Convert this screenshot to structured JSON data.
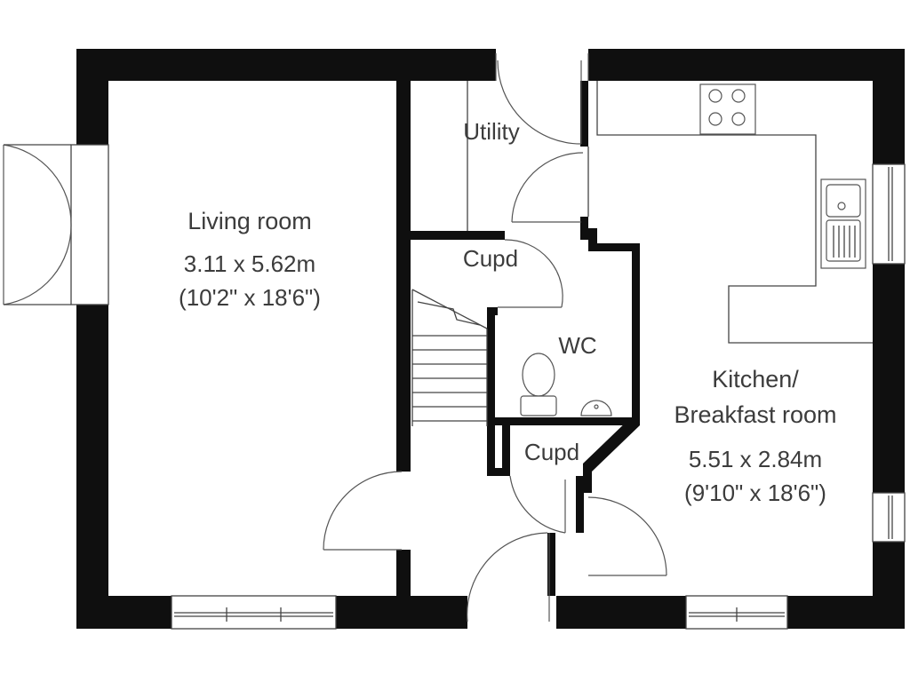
{
  "floorplan": {
    "rooms": {
      "living": {
        "name": "Living room",
        "metric": "3.11 x 5.62m",
        "imperial": "(10'2\" x 18'6\")"
      },
      "utility": {
        "name": "Utility"
      },
      "cupd_upper": {
        "name": "Cupd"
      },
      "wc": {
        "name": "WC"
      },
      "cupd_lower": {
        "name": "Cupd"
      },
      "kitchen": {
        "name_line1": "Kitchen/",
        "name_line2": "Breakfast room",
        "metric": "5.51 x 2.84m",
        "imperial": "(9'10\" x 18'6\")"
      }
    },
    "colors": {
      "wall": "#0f0f0f",
      "line": "#444444",
      "text": "#3c3c3c",
      "background": "#ffffff"
    },
    "symbols": [
      "hob-icon",
      "sink-icon",
      "toilet-icon",
      "basin-icon",
      "staircase",
      "door-swing",
      "window"
    ]
  }
}
